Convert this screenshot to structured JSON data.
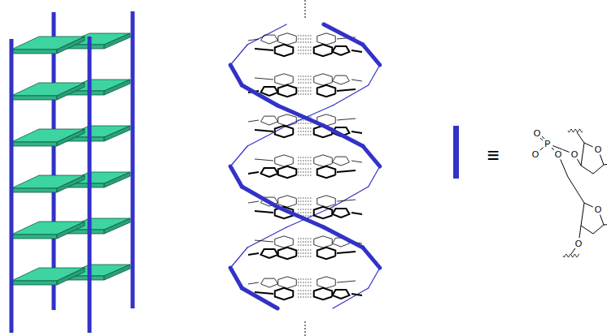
{
  "diagram": {
    "labels": [
      "≡",
      "O",
      "O",
      "O",
      "P",
      "O",
      "O",
      "O",
      "O"
    ]
  }
}
